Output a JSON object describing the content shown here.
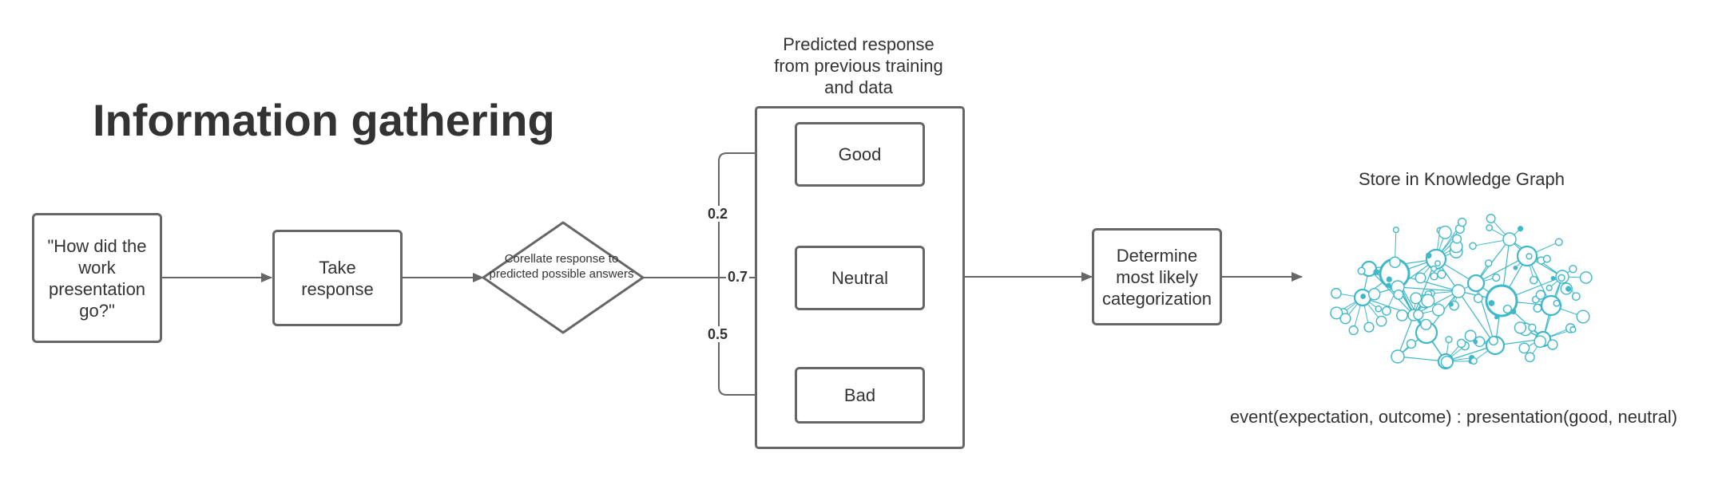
{
  "title": "Information gathering",
  "nodes": {
    "question": "\"How did the work presentation go?\"",
    "take_response": "Take response",
    "correlate": "Corellate response to predicted possible answers",
    "predicted_header": "Predicted response from previous training and data",
    "good": "Good",
    "neutral": "Neutral",
    "bad": "Bad",
    "determine": "Determine most likely categorization",
    "store_header": "Store in Knowledge Graph",
    "event_text": "event(expectation, outcome) : presentation(good, neutral)"
  },
  "probabilities": {
    "good": "0.2",
    "neutral": "0.7",
    "bad": "0.5"
  },
  "colors": {
    "stroke": "#666666",
    "text": "#333333",
    "graph": "#3fb8c9"
  },
  "icons": [
    "knowledge-graph-icon"
  ]
}
